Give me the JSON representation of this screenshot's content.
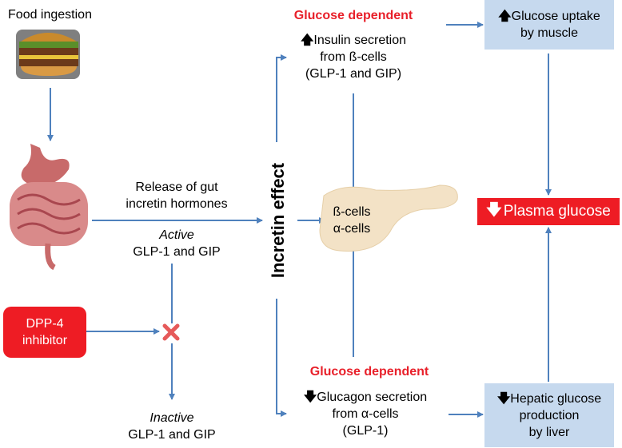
{
  "food_ingestion": "Food ingestion",
  "release": [
    "Release of gut",
    "incretin hormones"
  ],
  "active": "Active",
  "active_hormones": "GLP-1 and GIP",
  "incretin_effect": "Incretin effect",
  "dpp4": [
    "DPP-4",
    "inhibitor"
  ],
  "inactive": "Inactive",
  "inactive_hormones": "GLP-1 and GIP",
  "glucose_dependent_top": "Glucose dependent",
  "insulin": [
    "Insulin secretion",
    "from ß-cells",
    "(GLP-1 and GIP)"
  ],
  "cells": [
    "ß-cells",
    "α-cells"
  ],
  "glucose_dependent_bottom": "Glucose dependent",
  "glucagon": [
    "Glucagon secretion",
    "from α-cells",
    "(GLP-1)"
  ],
  "uptake": [
    "Glucose uptake",
    "by muscle"
  ],
  "plasma": "Plasma glucose",
  "hepatic": [
    "Hepatic glucose",
    "production",
    "by liver"
  ],
  "colors": {
    "arrow": "#4f81bd",
    "red": "#ee1c24",
    "box": "#c6d9ee"
  }
}
